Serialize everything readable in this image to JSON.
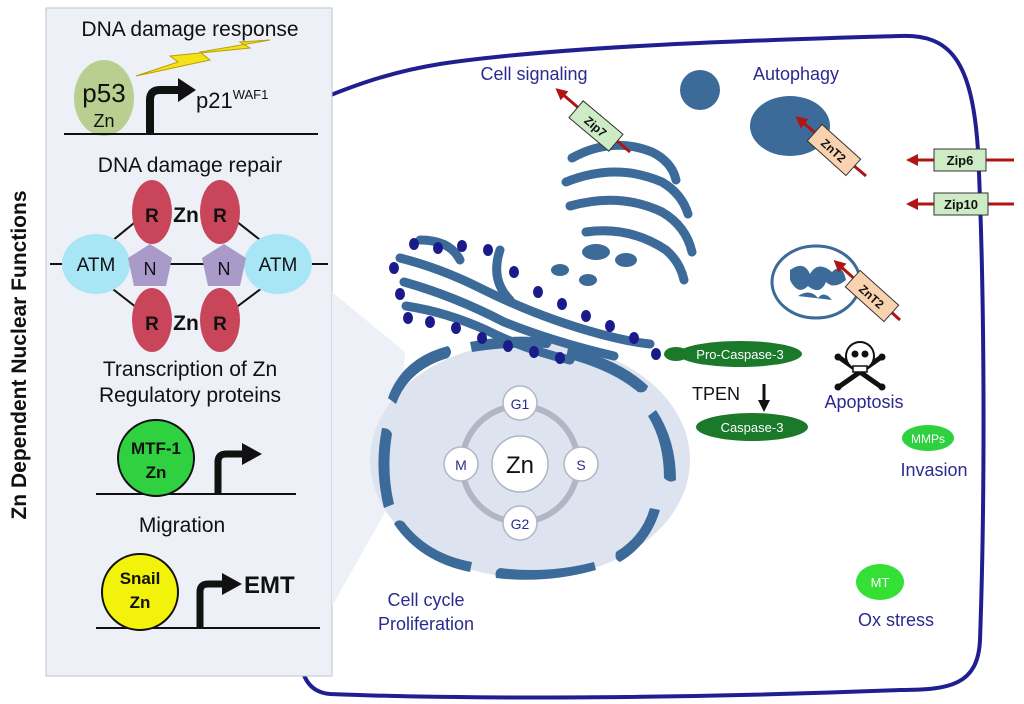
{
  "side_title": "Zn Dependent Nuclear Functions",
  "panel": {
    "dna_damage_response": "DNA damage response",
    "p53": "p53",
    "zn": "Zn",
    "p21": "p21",
    "p21_sup": "WAF1",
    "dna_damage_repair": "DNA damage repair",
    "r": "R",
    "n": "N",
    "atm": "ATM",
    "transcription_line1": "Transcription of Zn",
    "transcription_line2": "Regulatory proteins",
    "mtf1": "MTF-1",
    "migration": "Migration",
    "snail": "Snail",
    "emt": "EMT"
  },
  "cell": {
    "cell_signaling": "Cell signaling",
    "autophagy": "Autophagy",
    "zip7": "Zip7",
    "znt2": "ZnT2",
    "zip6": "Zip6",
    "zip10": "Zip10",
    "pro_caspase3": "Pro-Caspase-3",
    "tpen": "TPEN",
    "caspase3": "Caspase-3",
    "apoptosis": "Apoptosis",
    "mmps": "MMPs",
    "invasion": "Invasion",
    "mt": "MT",
    "ox_stress": "Ox stress",
    "cell_cycle_line1": "Cell cycle",
    "cell_cycle_line2": "Proliferation",
    "g1": "G1",
    "s": "S",
    "g2": "G2",
    "m": "M",
    "zn_center": "Zn"
  },
  "colors": {
    "membrane": "#1f1f8f",
    "organelle": "#3d6b99",
    "er_dot": "#1a1a8a",
    "panel_bg": "#eef0f7",
    "p53": "#b8cf8f",
    "r_oval": "#c9465a",
    "atm": "#a8e6f5",
    "n_pentagon": "#a99ac9",
    "mtf1": "#2fd140",
    "snail": "#f2f20a",
    "caspase": "#1a7a2a",
    "mmps": "#2fd140",
    "mt": "#33e033",
    "zip_box": "#cdebc5",
    "znt_box": "#f9d3b0",
    "arrow_red": "#b01515"
  }
}
